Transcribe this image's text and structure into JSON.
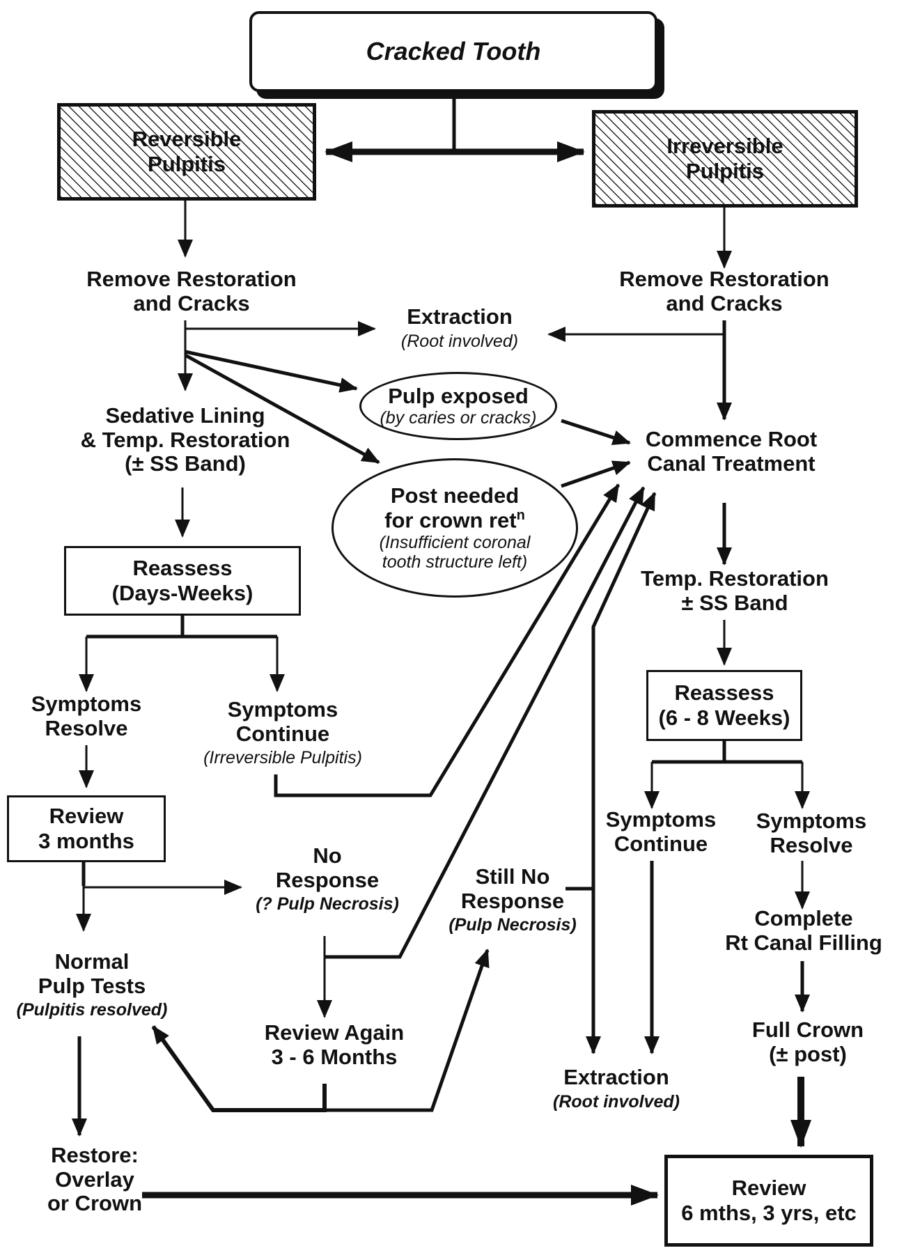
{
  "title": "Cracked Tooth",
  "left": {
    "diagnosis": [
      "Reversible",
      "Pulpitis"
    ],
    "remove": [
      "Remove Restoration",
      "and Cracks"
    ],
    "sedative": [
      "Sedative Lining",
      "& Temp. Restoration",
      "(± SS Band)"
    ],
    "reassess": [
      "Reassess",
      "(Days-Weeks)"
    ],
    "sym_resolve": [
      "Symptoms",
      "Resolve"
    ],
    "sym_continue": [
      "Symptoms",
      "Continue"
    ],
    "sym_continue_note": "(Irreversible Pulpitis)",
    "review3": [
      "Review",
      "3 months"
    ],
    "no_response": [
      "No",
      "Response"
    ],
    "no_response_note": "(? Pulp Necrosis)",
    "normal": [
      "Normal",
      "Pulp Tests"
    ],
    "normal_note": "(Pulpitis resolved)",
    "review_again": [
      "Review Again",
      "3 - 6 Months"
    ],
    "still_no": [
      "Still No",
      "Response"
    ],
    "still_no_note": "(Pulp Necrosis)",
    "restore": [
      "Restore:",
      "Overlay",
      "or Crown"
    ]
  },
  "middle": {
    "extraction": "Extraction",
    "extraction_note": "(Root involved)",
    "pulp_exposed": "Pulp exposed",
    "pulp_exposed_note": "(by caries or cracks)",
    "post_needed": [
      "Post needed",
      "for crown ret"
    ],
    "post_needed_sup": "n",
    "post_needed_note": [
      "(Insufficient coronal",
      "tooth structure left)"
    ]
  },
  "right": {
    "diagnosis": [
      "Irreversible",
      "Pulpitis"
    ],
    "remove": [
      "Remove Restoration",
      "and Cracks"
    ],
    "commence": [
      "Commence Root",
      "Canal Treatment"
    ],
    "temp": [
      "Temp. Restoration",
      "± SS Band"
    ],
    "reassess": [
      "Reassess",
      "(6 - 8 Weeks)"
    ],
    "sym_continue": [
      "Symptoms",
      "Continue"
    ],
    "sym_resolve": [
      "Symptoms",
      "Resolve"
    ],
    "complete": [
      "Complete",
      "Rt Canal Filling"
    ],
    "crown": [
      "Full Crown",
      "(± post)"
    ],
    "extraction": "Extraction",
    "extraction_note": "(Root involved)",
    "review": [
      "Review",
      "6 mths, 3 yrs, etc"
    ]
  }
}
